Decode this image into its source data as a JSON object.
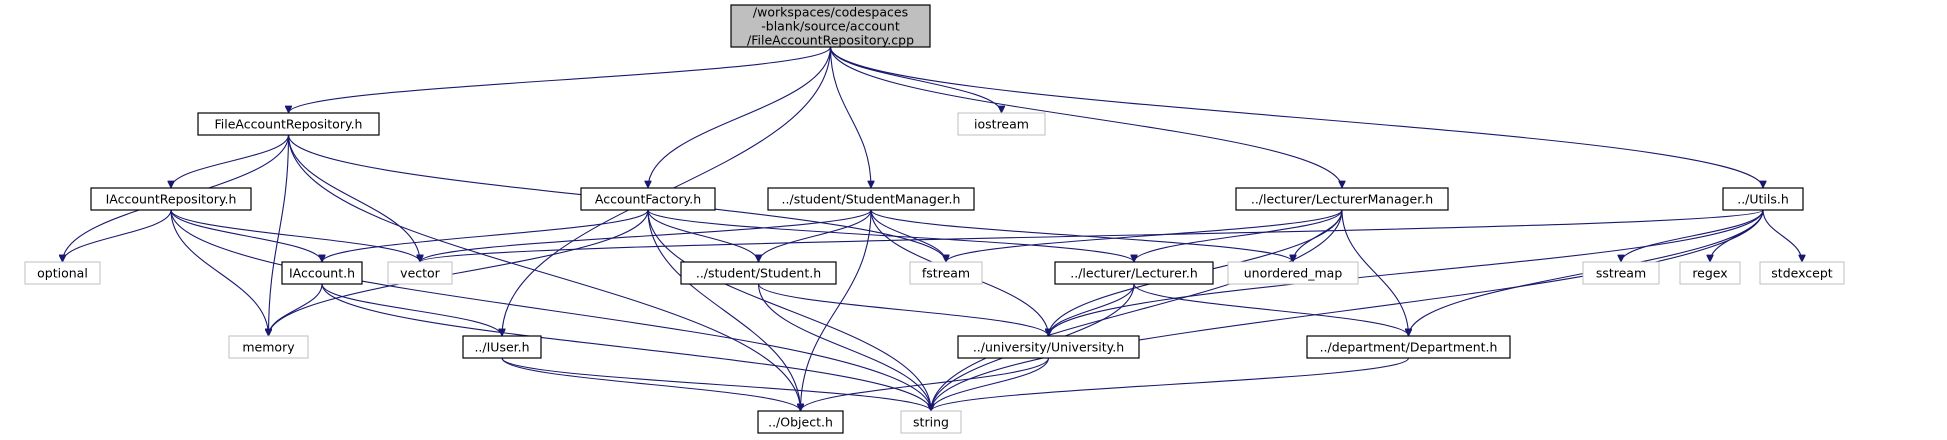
{
  "diagram": {
    "type": "include-dependency-graph",
    "colors": {
      "edge": "#191970",
      "root_fill": "#bfbfbf",
      "node_border": "#000000",
      "external_border": "#bfbfbf"
    },
    "nodes": [
      {
        "id": "root",
        "lines": [
          "/workspaces/codespaces",
          "-blank/source/account",
          "/FileAccountRepository.cpp"
        ]
      },
      {
        "id": "far_h",
        "lines": [
          "FileAccountRepository.h"
        ]
      },
      {
        "id": "iostream",
        "lines": [
          "iostream"
        ]
      },
      {
        "id": "iar_h",
        "lines": [
          "IAccountRepository.h"
        ]
      },
      {
        "id": "af_h",
        "lines": [
          "AccountFactory.h"
        ]
      },
      {
        "id": "sm_h",
        "lines": [
          "../student/StudentManager.h"
        ]
      },
      {
        "id": "lm_h",
        "lines": [
          "../lecturer/LecturerManager.h"
        ]
      },
      {
        "id": "utils_h",
        "lines": [
          "../Utils.h"
        ]
      },
      {
        "id": "optional",
        "lines": [
          "optional"
        ]
      },
      {
        "id": "iaccount_h",
        "lines": [
          "IAccount.h"
        ]
      },
      {
        "id": "vector",
        "lines": [
          "vector"
        ]
      },
      {
        "id": "fstream",
        "lines": [
          "fstream"
        ]
      },
      {
        "id": "student_h",
        "lines": [
          "../student/Student.h"
        ]
      },
      {
        "id": "lecturer_h",
        "lines": [
          "../lecturer/Lecturer.h"
        ]
      },
      {
        "id": "umap",
        "lines": [
          "unordered_map"
        ]
      },
      {
        "id": "sstream",
        "lines": [
          "sstream"
        ]
      },
      {
        "id": "regex",
        "lines": [
          "regex"
        ]
      },
      {
        "id": "stdexcept",
        "lines": [
          "stdexcept"
        ]
      },
      {
        "id": "memory",
        "lines": [
          "memory"
        ]
      },
      {
        "id": "iuser_h",
        "lines": [
          "../IUser.h"
        ]
      },
      {
        "id": "univ_h",
        "lines": [
          "../university/University.h"
        ]
      },
      {
        "id": "dept_h",
        "lines": [
          "../department/Department.h"
        ]
      },
      {
        "id": "object_h",
        "lines": [
          "../Object.h"
        ]
      },
      {
        "id": "string",
        "lines": [
          "string"
        ]
      }
    ],
    "edges": [
      [
        "root",
        "far_h"
      ],
      [
        "root",
        "iostream"
      ],
      [
        "root",
        "af_h"
      ],
      [
        "root",
        "sm_h"
      ],
      [
        "root",
        "lm_h"
      ],
      [
        "root",
        "utils_h"
      ],
      [
        "root",
        "iuser_h"
      ],
      [
        "far_h",
        "iar_h"
      ],
      [
        "far_h",
        "optional"
      ],
      [
        "far_h",
        "vector"
      ],
      [
        "far_h",
        "memory"
      ],
      [
        "far_h",
        "fstream"
      ],
      [
        "far_h",
        "object_h"
      ],
      [
        "iar_h",
        "optional"
      ],
      [
        "iar_h",
        "iaccount_h"
      ],
      [
        "iar_h",
        "vector"
      ],
      [
        "iar_h",
        "memory"
      ],
      [
        "iar_h",
        "string"
      ],
      [
        "iaccount_h",
        "memory"
      ],
      [
        "iaccount_h",
        "iuser_h"
      ],
      [
        "iaccount_h",
        "string"
      ],
      [
        "iuser_h",
        "object_h"
      ],
      [
        "iuser_h",
        "string"
      ],
      [
        "af_h",
        "iaccount_h"
      ],
      [
        "af_h",
        "memory"
      ],
      [
        "af_h",
        "student_h"
      ],
      [
        "af_h",
        "lecturer_h"
      ],
      [
        "af_h",
        "object_h"
      ],
      [
        "af_h",
        "string"
      ],
      [
        "sm_h",
        "vector"
      ],
      [
        "sm_h",
        "fstream"
      ],
      [
        "sm_h",
        "student_h"
      ],
      [
        "sm_h",
        "univ_h"
      ],
      [
        "sm_h",
        "umap"
      ],
      [
        "sm_h",
        "object_h"
      ],
      [
        "student_h",
        "univ_h"
      ],
      [
        "student_h",
        "string"
      ],
      [
        "lm_h",
        "fstream"
      ],
      [
        "lm_h",
        "lecturer_h"
      ],
      [
        "lm_h",
        "umap"
      ],
      [
        "lm_h",
        "univ_h"
      ],
      [
        "lm_h",
        "dept_h"
      ],
      [
        "lm_h",
        "string"
      ],
      [
        "lecturer_h",
        "univ_h"
      ],
      [
        "lecturer_h",
        "dept_h"
      ],
      [
        "lecturer_h",
        "string"
      ],
      [
        "univ_h",
        "object_h"
      ],
      [
        "univ_h",
        "string"
      ],
      [
        "dept_h",
        "string"
      ],
      [
        "utils_h",
        "vector"
      ],
      [
        "utils_h",
        "sstream"
      ],
      [
        "utils_h",
        "regex"
      ],
      [
        "utils_h",
        "stdexcept"
      ],
      [
        "utils_h",
        "univ_h"
      ],
      [
        "utils_h",
        "dept_h"
      ],
      [
        "utils_h",
        "string"
      ]
    ]
  }
}
